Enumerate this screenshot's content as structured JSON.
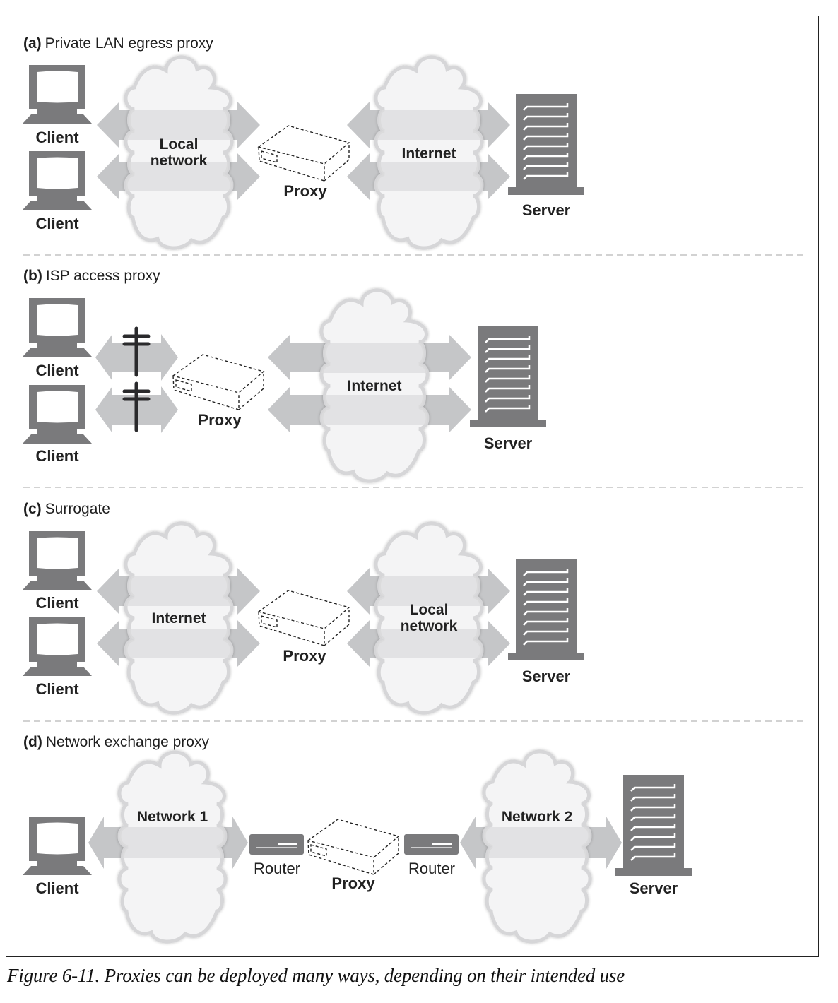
{
  "figure": {
    "caption": "Figure 6-11. Proxies can be deployed many ways, depending on their intended use",
    "colors": {
      "device": "#7a7a7c",
      "arrow": "#c5c6c8",
      "cloud_fill": "#ededee",
      "cloud_edge": "#d6d6d8",
      "text": "#222222",
      "pole": "#2a2a2c"
    }
  },
  "panels": [
    {
      "letter": "(a)",
      "title": "Private LAN egress proxy",
      "clients": [
        "Client",
        "Client"
      ],
      "cloud1": [
        "Local",
        "network"
      ],
      "proxy": "Proxy",
      "cloud2": [
        "Internet"
      ],
      "server": "Server"
    },
    {
      "letter": "(b)",
      "title": "ISP access proxy",
      "clients": [
        "Client",
        "Client"
      ],
      "proxy": "Proxy",
      "cloud2": [
        "Internet"
      ],
      "server": "Server"
    },
    {
      "letter": "(c)",
      "title": "Surrogate",
      "clients": [
        "Client",
        "Client"
      ],
      "cloud1": [
        "Internet"
      ],
      "proxy": "Proxy",
      "cloud2": [
        "Local",
        "network"
      ],
      "server": "Server"
    },
    {
      "letter": "(d)",
      "title": "Network exchange proxy",
      "clients": [
        "Client"
      ],
      "cloud1": [
        "Network 1"
      ],
      "router1": "Router",
      "proxy": "Proxy",
      "router2": "Router",
      "cloud2": [
        "Network 2"
      ],
      "server": "Server"
    }
  ]
}
